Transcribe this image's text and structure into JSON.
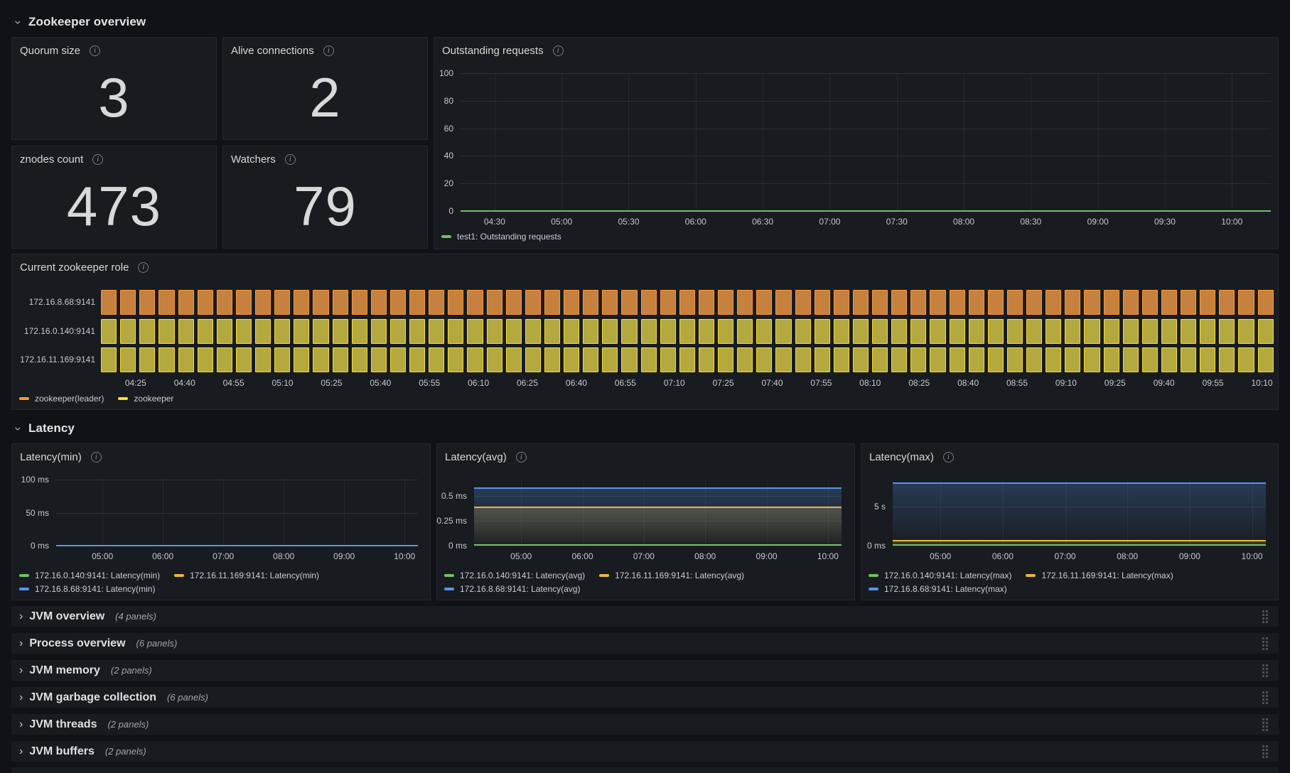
{
  "page": {
    "background": "#111217"
  },
  "sections": {
    "zookeeper": {
      "title": "Zookeeper overview"
    },
    "latency": {
      "title": "Latency"
    },
    "collapsed": [
      {
        "title": "JVM overview",
        "count": "(4 panels)"
      },
      {
        "title": "Process overview",
        "count": "(6 panels)"
      },
      {
        "title": "JVM memory",
        "count": "(2 panels)"
      },
      {
        "title": "JVM garbage collection",
        "count": "(6 panels)"
      },
      {
        "title": "JVM threads",
        "count": "(2 panels)"
      },
      {
        "title": "JVM buffers",
        "count": "(2 panels)"
      }
    ]
  },
  "stats": [
    {
      "title": "Quorum size",
      "value": "3"
    },
    {
      "title": "Alive connections",
      "value": "2"
    },
    {
      "title": "znodes count",
      "value": "473"
    },
    {
      "title": "Watchers",
      "value": "79"
    }
  ],
  "colors": {
    "page_bg": "#111217",
    "panel_bg": "#181b1f",
    "panel_border": "#25272e",
    "green": "#73bf69",
    "yellow": "#eab839",
    "blue": "#5794f2",
    "orange": "#ff9830",
    "bright_yellow": "#fade2a",
    "axis_text": "#c7c9cf",
    "title_text": "#d8d9da"
  },
  "chart_data": [
    {
      "id": "outstanding",
      "type": "line",
      "title": "Outstanding requests",
      "ylim": [
        0,
        100
      ],
      "grid": true,
      "legend_position": "bottom",
      "yticks": [
        {
          "value": 100,
          "label": "100"
        },
        {
          "value": 80,
          "label": "80"
        },
        {
          "value": 60,
          "label": "60"
        },
        {
          "value": 40,
          "label": "40"
        },
        {
          "value": 20,
          "label": "20"
        },
        {
          "value": 0,
          "label": "0"
        }
      ],
      "xticks": [
        "04:30",
        "05:00",
        "05:30",
        "06:00",
        "06:30",
        "07:00",
        "07:30",
        "08:00",
        "08:30",
        "09:00",
        "09:30",
        "10:00"
      ],
      "tick_start": 0.042,
      "tick_end": 0.952,
      "series": [
        {
          "name": "test1: Outstanding requests",
          "color": "#73bf69",
          "value": 0,
          "unit": "requests",
          "fill": false
        }
      ]
    },
    {
      "id": "zk_role",
      "type": "state-timeline",
      "title": "Current zookeeper role",
      "rows": [
        {
          "label": "172.16.8.68:9141",
          "state": "zookeeper(leader)"
        },
        {
          "label": "172.16.0.140:9141",
          "state": "zookeeper"
        },
        {
          "label": "172.16.11.169:9141",
          "state": "zookeeper"
        }
      ],
      "states": {
        "zookeeper(leader)": {
          "border": "#ff9830",
          "fill": "#c5813d"
        },
        "zookeeper": {
          "border": "#fade2a",
          "fill": "#b3a93f"
        }
      },
      "xticks": [
        "04:25",
        "04:40",
        "04:55",
        "05:10",
        "05:25",
        "05:40",
        "05:55",
        "06:10",
        "06:25",
        "06:40",
        "06:55",
        "07:10",
        "07:25",
        "07:40",
        "07:55",
        "08:10",
        "08:25",
        "08:40",
        "08:55",
        "09:10",
        "09:25",
        "09:40",
        "09:55",
        "10:10"
      ],
      "tick_start": 0.0296,
      "tick_end": 0.99,
      "legend": [
        {
          "label": "zookeeper(leader)",
          "color": "#ff9830"
        },
        {
          "label": "zookeeper",
          "color": "#fade2a"
        }
      ]
    },
    {
      "id": "latency_min",
      "type": "line",
      "title": "Latency(min)",
      "ylim": [
        0,
        100
      ],
      "unit": "ms",
      "grid": true,
      "legend_position": "bottom",
      "yticks": [
        {
          "value": 100,
          "label": "100 ms"
        },
        {
          "value": 50,
          "label": "50 ms"
        },
        {
          "value": 0,
          "label": "0 ms"
        }
      ],
      "xticks": [
        "05:00",
        "06:00",
        "07:00",
        "08:00",
        "09:00",
        "10:00"
      ],
      "tick_start": 0.128,
      "tick_end": 0.963,
      "series": [
        {
          "name": "172.16.0.140:9141: Latency(min)",
          "color": "#73bf69",
          "value": 0,
          "fill": false
        },
        {
          "name": "172.16.11.169:9141: Latency(min)",
          "color": "#eab839",
          "value": 0,
          "fill": false
        },
        {
          "name": "172.16.8.68:9141: Latency(min)",
          "color": "#5794f2",
          "value": 0,
          "fill": false
        }
      ]
    },
    {
      "id": "latency_avg",
      "type": "line",
      "title": "Latency(avg)",
      "ylim": [
        0,
        0.664
      ],
      "unit": "ms",
      "grid": true,
      "legend_position": "bottom",
      "yticks": [
        {
          "value": 0.5,
          "label": "0.5 ms"
        },
        {
          "value": 0.25,
          "label": "0.25 ms"
        },
        {
          "value": 0,
          "label": "0 ms"
        }
      ],
      "xticks": [
        "05:00",
        "06:00",
        "07:00",
        "08:00",
        "09:00",
        "10:00"
      ],
      "tick_start": 0.128,
      "tick_end": 0.963,
      "series": [
        {
          "name": "172.16.0.140:9141: Latency(avg)",
          "color": "#73bf69",
          "value": 0.005,
          "fill": false
        },
        {
          "name": "172.16.11.169:9141: Latency(avg)",
          "color": "#eab839",
          "value": 0.385,
          "fill": true
        },
        {
          "name": "172.16.8.68:9141: Latency(avg)",
          "color": "#5794f2",
          "value": 0.58,
          "fill": true
        }
      ]
    },
    {
      "id": "latency_max",
      "type": "line",
      "title": "Latency(max)",
      "ylim": [
        0,
        8.45
      ],
      "unit": "s",
      "grid": true,
      "legend_position": "bottom",
      "yticks": [
        {
          "value": 5,
          "label": "5 s"
        },
        {
          "value": 0,
          "label": "0 ms"
        }
      ],
      "xticks": [
        "05:00",
        "06:00",
        "07:00",
        "08:00",
        "09:00",
        "10:00"
      ],
      "tick_start": 0.128,
      "tick_end": 0.963,
      "series": [
        {
          "name": "172.16.0.140:9141: Latency(max)",
          "color": "#73bf69",
          "value": 0.05,
          "fill": false
        },
        {
          "name": "172.16.11.169:9141: Latency(max)",
          "color": "#eab839",
          "value": 0.6,
          "fill": true
        },
        {
          "name": "172.16.8.68:9141: Latency(max)",
          "color": "#5794f2",
          "value": 8.0,
          "fill": true
        }
      ]
    }
  ]
}
